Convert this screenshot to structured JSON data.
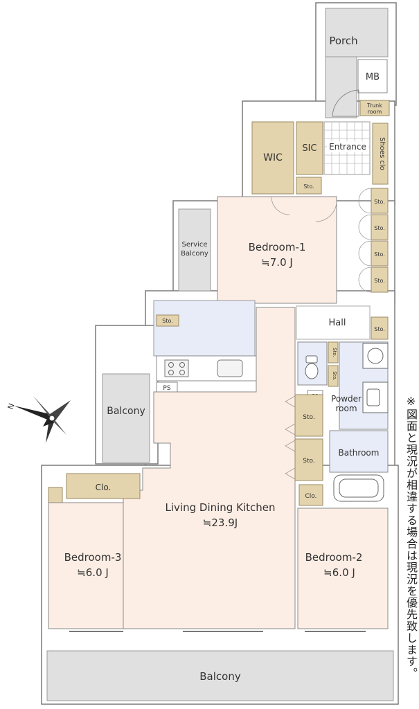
{
  "colors": {
    "wall": "#ffffff",
    "wall_stroke": "#7a7a7a",
    "room_pink": "#fdeee5",
    "storage": "#e4d4ad",
    "balcony": "#e0e0e0",
    "wet": "#e7ecf8",
    "text": "#333333"
  },
  "rooms": {
    "porch": "Porch",
    "mb": "MB",
    "trunk_room_1": "Trunk",
    "trunk_room_2": "room",
    "wic": "WIC",
    "sic": "SIC",
    "entrance": "Entrance",
    "shoes_clo": "Shoes clo",
    "service_balcony_1": "Service",
    "service_balcony_2": "Balcony",
    "bedroom1": "Bedroom-1",
    "bedroom1_size": "≒7.0 J",
    "hall": "Hall",
    "powder_room_1": "Powder",
    "powder_room_2": "room",
    "bathroom": "Bathroom",
    "balcony_side": "Balcony",
    "ldk": "Living Dining Kitchen",
    "ldk_size": "≒23.9J",
    "bedroom3": "Bedroom-3",
    "bedroom3_size": "≒6.0 J",
    "bedroom2": "Bedroom-2",
    "bedroom2_size": "≒6.0 J",
    "clo_b3": "Clo.",
    "clo_b2": "Clo.",
    "balcony_bottom": "Balcony",
    "ps": "PS",
    "sto": "Sto."
  },
  "compass": {
    "label": "N",
    "icon": "compass-rose-icon"
  },
  "note": "※図面と現況が相違する場合は現況を優先致します。"
}
